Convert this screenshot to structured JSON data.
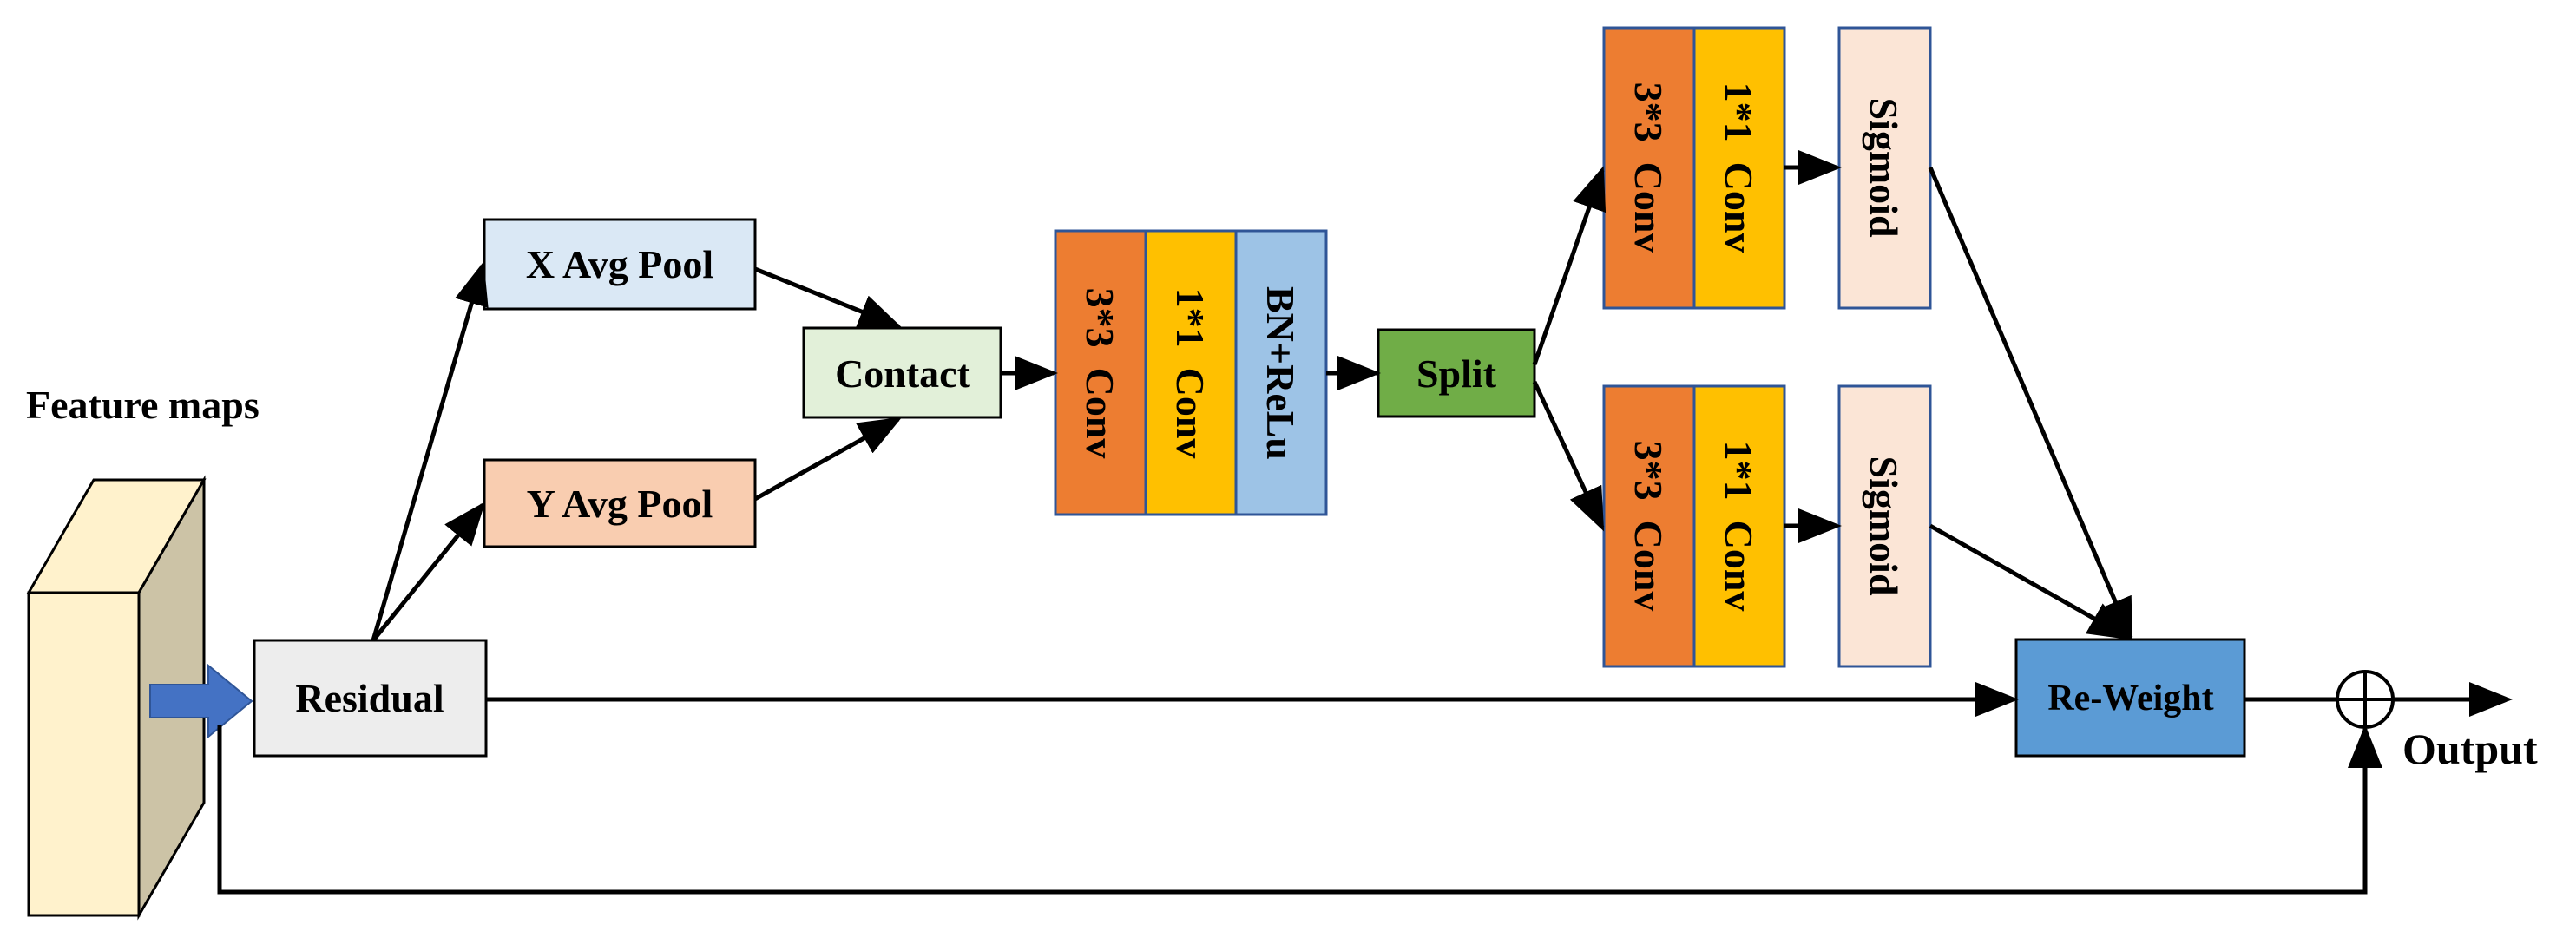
{
  "input": {
    "label": "Feature maps"
  },
  "output": {
    "label": "Output"
  },
  "blocks": {
    "residual": "Residual",
    "x_pool": "X Avg Pool",
    "y_pool": "Y Avg Pool",
    "contact": "Contact",
    "conv3": "3*3  Conv",
    "conv1": "1*1  Conv",
    "bnrelu": "BN+ReLu",
    "split": "Split",
    "top_conv3": "3*3  Conv",
    "top_conv1": "1*1  Conv",
    "top_sigmoid": "Sigmoid",
    "bot_conv3": "3*3  Conv",
    "bot_conv1": "1*1  Conv",
    "bot_sigmoid": "Sigmoid",
    "reweight": "Re-Weight"
  },
  "colors": {
    "x_pool": "#dae8f5",
    "y_pool": "#f9cdb0",
    "contact": "#e2f0d9",
    "conv3": "#ed7d31",
    "conv1": "#ffc000",
    "bnrelu": "#9dc3e6",
    "split": "#70ad47",
    "sigmoid": "#fbe5d6",
    "reweight": "#5b9bd5",
    "residual": "#ededed",
    "feature_front": "#fff2cc",
    "feature_side": "#ccc3a6",
    "border": "#2f5597",
    "arrow_in": "#4472c4"
  }
}
